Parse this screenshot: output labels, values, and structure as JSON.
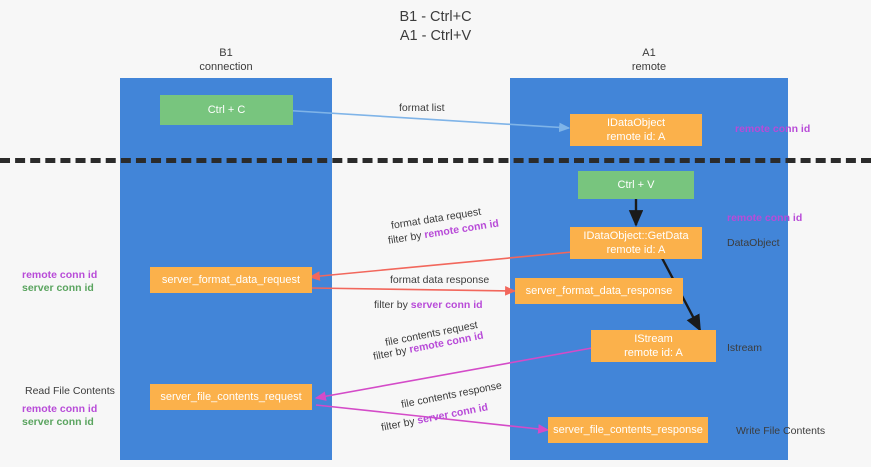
{
  "title": {
    "line1": "B1 - Ctrl+C",
    "line2": "A1 - Ctrl+V"
  },
  "columns": [
    {
      "name": "B1",
      "role": "connection"
    },
    {
      "name": "A1",
      "role": "remote"
    }
  ],
  "nodes": {
    "ctrl_c": {
      "label": "Ctrl + C"
    },
    "idataobject": {
      "line1": "IDataObject",
      "line2": "remote id: A"
    },
    "ctrl_v": {
      "label": "Ctrl + V"
    },
    "getdata": {
      "line1": "IDataObject::GetData",
      "line2": "remote id: A"
    },
    "server_format_data_request": {
      "label": "server_format_data_request"
    },
    "server_format_data_response": {
      "label": "server_format_data_response"
    },
    "istream": {
      "line1": "IStream",
      "line2": "remote id: A"
    },
    "server_file_contents_request": {
      "label": "server_file_contents_request"
    },
    "server_file_contents_response": {
      "label": "server_file_contents_response"
    }
  },
  "edges": {
    "format_list": {
      "label": "format list"
    },
    "format_data_request": {
      "label": "format data request",
      "filter_prefix": "filter by ",
      "filter_key": "remote conn id"
    },
    "format_data_response": {
      "label": "format data response",
      "filter_prefix": "filter by ",
      "filter_key": "server conn id"
    },
    "file_contents_request": {
      "label": "file contents request",
      "filter_prefix": "filter by ",
      "filter_key": "remote conn id"
    },
    "file_contents_response": {
      "label": "file contents response",
      "filter_prefix": "filter by ",
      "filter_key": "server conn id"
    }
  },
  "annotations": {
    "right_remote_conn_id_top": "remote conn id",
    "right_remote_conn_id_mid": "remote conn id",
    "right_dataobject": "DataObject",
    "right_istream": "Istream",
    "right_write_file_contents": "Write File Contents",
    "left_remote_conn_id_mid": "remote conn id",
    "left_server_conn_id_mid": "server conn id",
    "left_read_file_contents": "Read File Contents",
    "left_remote_conn_id_bot": "remote conn id",
    "left_server_conn_id_bot": "server conn id"
  },
  "colors": {
    "lane": "#4285d8",
    "green_node": "#78c57e",
    "orange_node": "#fbb14b",
    "purple_text": "#b84bd8",
    "green_text": "#5aa45f",
    "blue_arrow": "#7fb4e8",
    "red_arrow": "#f2675c",
    "magenta_arrow": "#d44bc8",
    "black_arrow": "#1a1a1a",
    "background": "#f7f7f7"
  }
}
